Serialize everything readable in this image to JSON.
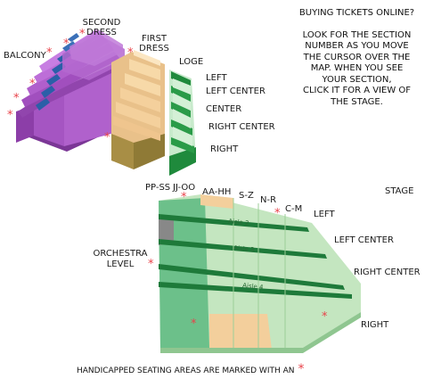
{
  "info": {
    "line1": "BUYING TICKETS ONLINE?",
    "lines": [
      "LOOK FOR THE SECTION",
      "NUMBER AS YOU MOVE",
      "THE CURSOR OVER THE",
      "MAP. WHEN YOU SEE",
      "YOUR SECTION,",
      "CLICK IT FOR A VIEW OF",
      "THE STAGE."
    ]
  },
  "labels": {
    "balcony": "BALCONY",
    "second_dress_1": "SECOND",
    "second_dress_2": "DRESS",
    "first_dress_1": "FIRST",
    "first_dress_2": "DRESS",
    "loge": "LOGE",
    "loge_left": "LEFT",
    "loge_left_center": "LEFT CENTER",
    "loge_center": "CENTER",
    "loge_right_center": "RIGHT CENTER",
    "loge_right": "RIGHT",
    "stage": "STAGE",
    "pp_ss": "PP-SS",
    "jj_oo": "JJ-OO",
    "aa_hh": "AA-HH",
    "s_z": "S-Z",
    "n_r": "N-R",
    "c_m": "C-M",
    "orch_left": "LEFT",
    "orch_left_center": "LEFT CENTER",
    "orch_right_center": "RIGHT CENTER",
    "orch_right": "RIGHT",
    "orchestra_1": "ORCHESTRA",
    "orchestra_2": "LEVEL",
    "aisle_2": "Aisle 2",
    "aisle_3": "Aisle 3",
    "aisle_4": "Aisle 4"
  },
  "footer": {
    "text": "HANDICAPPED SEATING AREAS ARE MARKED WITH AN",
    "star": "*"
  },
  "colors": {
    "balcony": "#9c4ab8",
    "balcony_dark": "#6a2a82",
    "balcony_aisle": "#2b5fa8",
    "first_dress": "#f4cf9a",
    "first_dress_dark": "#a88e45",
    "loge": "#c8eacc",
    "loge_dark": "#1f8a3c",
    "orchestra_light": "#c4e6c0",
    "orchestra_mid": "#6cc08a",
    "orchestra_rail": "#1e7a3a",
    "orchestra_tan": "#f3cf9c",
    "stage_gray": "#888888",
    "star": "#e8434a"
  }
}
